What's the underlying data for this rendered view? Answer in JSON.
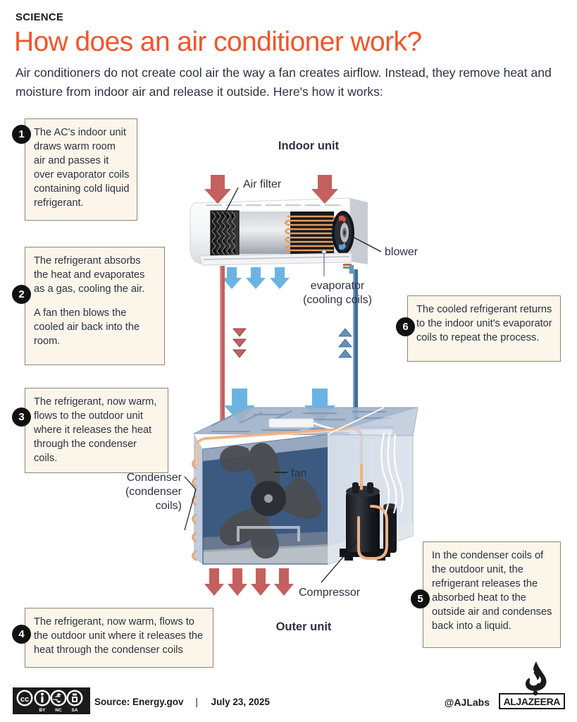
{
  "header": {
    "kicker": "SCIENCE",
    "headline": "How does an air conditioner work?",
    "standfirst": "Air conditioners do not create cool air the way a fan creates airflow. Instead, they remove heat and moisture from indoor air and release it outside. Here's how it works:"
  },
  "steps": [
    {
      "number": "1",
      "paragraphs": [
        "The AC's indoor unit draws warm room air and passes it over evaporator coils containing cold liquid refrigerant."
      ]
    },
    {
      "number": "2",
      "paragraphs": [
        "The refrigerant absorbs the heat and evaporates as a gas, cooling the air.",
        "A fan then blows the cooled air back into the room."
      ]
    },
    {
      "number": "3",
      "paragraphs": [
        "The refrigerant, now warm, flows to the outdoor unit where it releases the heat through the condenser coils."
      ]
    },
    {
      "number": "4",
      "paragraphs": [
        "The refrigerant, now warm, flows to the outdoor unit where it releases the heat through the condenser coils"
      ]
    },
    {
      "number": "5",
      "paragraphs": [
        "In the condenser coils of the outdoor unit, the refrigerant releases the absorbed heat to the outside air and condenses back into a liquid."
      ]
    },
    {
      "number": "6",
      "paragraphs": [
        "The cooled refrigerant returns to the indoor unit's evaporator coils to repeat the process."
      ]
    }
  ],
  "diagram": {
    "indoor_unit_title": "Indoor unit",
    "outer_unit_title": "Outer unit",
    "air_filter": "Air filter",
    "blower": "blower",
    "evaporator_line1": "evaporator",
    "evaporator_line2": "(cooling coils)",
    "condenser_line1": "Condenser",
    "condenser_line2": "(condenser coils)",
    "fan": "fan",
    "compressor": "Compressor"
  },
  "colors": {
    "headline": "#f4542a",
    "callout_bg": "#fbf6e9",
    "callout_border": "#8b8878",
    "bullet_bg": "#111111",
    "warm_arrow": "#c4605f",
    "cool_arrow": "#6cb3e4",
    "copper_coil": "#e8a678",
    "unit_blue": "#3c5a80",
    "text": "#2d3142"
  },
  "footer": {
    "license": "CC BY-NC-SA",
    "source_label": "Source:",
    "source_value": "Energy.gov",
    "separator": "|",
    "date": "July 23, 2025",
    "handle": "@AJLabs",
    "wordmark": "ALJAZEERA"
  }
}
